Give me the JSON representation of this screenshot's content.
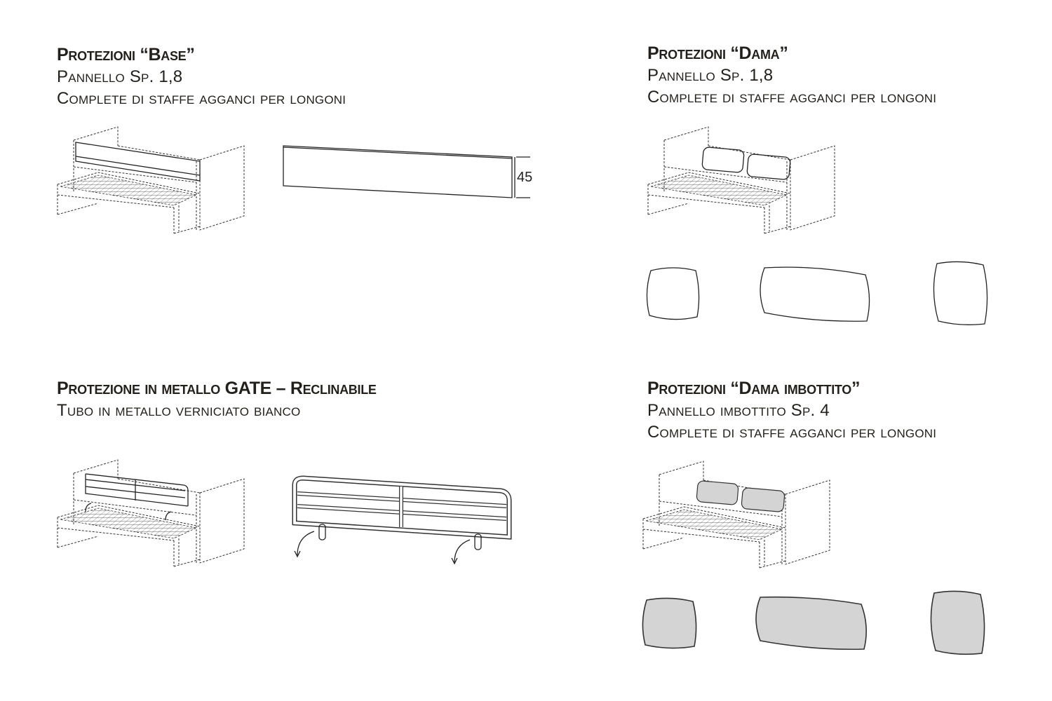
{
  "sections": [
    {
      "title": "Protezioni “Base”",
      "lines": [
        "Pannello Sp. 1,8",
        "Complete di staffe agganci per longoni"
      ],
      "dimension": "45"
    },
    {
      "title": "Protezioni “Dama”",
      "lines": [
        "Pannello Sp. 1,8",
        "Complete di staffe agganci per longoni"
      ]
    },
    {
      "title": "Protezione in metallo GATE – Reclinabile",
      "lines": [
        "Tubo in metallo verniciato bianco"
      ]
    },
    {
      "title": "Protezioni “Dama imbottito”",
      "lines": [
        "Pannello imbottito Sp. 4",
        "Complete di staffe agganci per longoni"
      ]
    }
  ],
  "colors": {
    "text": "#231f1a",
    "padded_fill": "#d4d4d4"
  }
}
